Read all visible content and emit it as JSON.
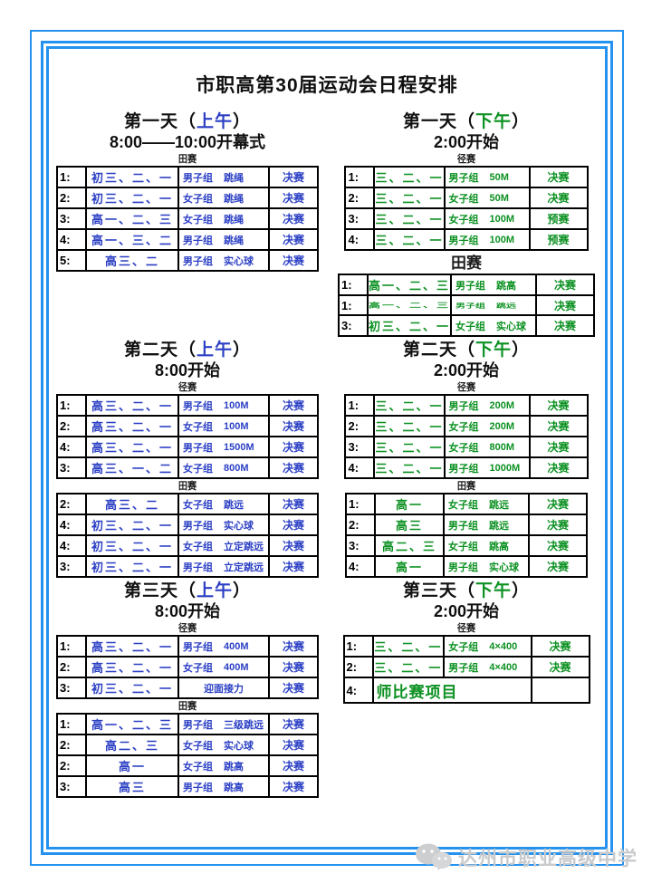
{
  "title": "市职高第30届运动会日程安排",
  "watermark": "达州市职业高级中学",
  "colors": {
    "frame_blue": "#2492ee",
    "text_blue": "#2b3fc4",
    "text_green": "#0c9122"
  },
  "sessions": [
    {
      "heading_pre": "第一天（",
      "heading_time": "上午",
      "heading_post": "）",
      "subtitle": "8:00——10:00开幕式",
      "theme": "blue",
      "column": "left",
      "tables": [
        {
          "label": "田赛",
          "label_size": "small",
          "rows": [
            {
              "num": "1:",
              "classes": "初三、二、一",
              "group": "男子组",
              "event": "跳绳",
              "result": "决赛"
            },
            {
              "num": "2:",
              "classes": "初三、二、一",
              "group": "女子组",
              "event": "跳绳",
              "result": "决赛"
            },
            {
              "num": "3:",
              "classes": "高一、二、三",
              "group": "女子组",
              "event": "跳绳",
              "result": "决赛"
            },
            {
              "num": "4:",
              "classes": "高一、三、二",
              "group": "男子组",
              "event": "跳绳",
              "result": "决赛"
            },
            {
              "num": "5:",
              "classes": "高三、二",
              "group": "男子组",
              "event": "实心球",
              "result": "决赛"
            }
          ]
        }
      ]
    },
    {
      "heading_pre": "第一天（",
      "heading_time": "下午",
      "heading_post": "）",
      "subtitle": "2:00开始",
      "theme": "green",
      "column": "right",
      "tables": [
        {
          "label": "径赛",
          "label_size": "small",
          "rows": [
            {
              "num": "1:",
              "classes": "三、二、一",
              "group": "男子组",
              "event": "50M",
              "result": "决赛"
            },
            {
              "num": "2:",
              "classes": "三、二、一",
              "group": "女子组",
              "event": "50M",
              "result": "决赛"
            },
            {
              "num": "3:",
              "classes": "三、二、一",
              "group": "女子组",
              "event": "100M",
              "result": "预赛"
            },
            {
              "num": "4:",
              "classes": "三、二、一",
              "group": "男子组",
              "event": "100M",
              "result": "预赛"
            }
          ]
        },
        {
          "label": "田赛",
          "label_size": "big",
          "rows": [
            {
              "num": "1:",
              "classes": "高一、二、三",
              "group": "男子组",
              "event": "跳高",
              "result": "决赛"
            },
            {
              "num": "1:",
              "classes": "高一、二、三",
              "group": "男子组",
              "event": "跳远",
              "result": "决赛",
              "squish": true
            },
            {
              "num": "3:",
              "classes": "初三、二、一",
              "group": "女子组",
              "event": "实心球",
              "result": "决赛"
            }
          ]
        }
      ]
    },
    {
      "heading_pre": "第二天（",
      "heading_time": "上午",
      "heading_post": "）",
      "subtitle": "8:00开始",
      "theme": "blue",
      "column": "left",
      "tables": [
        {
          "label": "径赛",
          "label_size": "small",
          "rows": [
            {
              "num": "1:",
              "classes": "高三、二、一",
              "group": "男子组",
              "event": "100M",
              "result": "决赛"
            },
            {
              "num": "2:",
              "classes": "高三、二、一",
              "group": "女子组",
              "event": "100M",
              "result": "决赛"
            },
            {
              "num": "4:",
              "classes": "高三、二、一",
              "group": "男子组",
              "event": "1500M",
              "result": "决赛"
            },
            {
              "num": "3:",
              "classes": "高三、一、二",
              "group": "女子组",
              "event": "800M",
              "result": "决赛"
            }
          ]
        },
        {
          "label": "田赛",
          "label_size": "small",
          "rows": [
            {
              "num": "2:",
              "classes": "高三、二",
              "group": "女子组",
              "event": "跳远",
              "result": "决赛"
            },
            {
              "num": "4:",
              "classes": "初三、二、一",
              "group": "男子组",
              "event": "实心球",
              "result": "决赛"
            },
            {
              "num": "4:",
              "classes": "初三、二、一",
              "group": "女子组",
              "event": "立定跳远",
              "result": "决赛"
            },
            {
              "num": "3:",
              "classes": "初三、二、一",
              "group": "男子组",
              "event": "立定跳远",
              "result": "决赛"
            }
          ]
        }
      ]
    },
    {
      "heading_pre": "第二天（",
      "heading_time": "下午",
      "heading_post": "）",
      "subtitle": "2:00开始",
      "theme": "green",
      "column": "right",
      "tables": [
        {
          "label": "径赛",
          "label_size": "small",
          "rows": [
            {
              "num": "1:",
              "classes": "三、二、一",
              "group": "男子组",
              "event": "200M",
              "result": "决赛"
            },
            {
              "num": "2:",
              "classes": "三、二、一",
              "group": "女子组",
              "event": "200M",
              "result": "决赛"
            },
            {
              "num": "3:",
              "classes": "三、二、一",
              "group": "女子组",
              "event": "800M",
              "result": "决赛"
            },
            {
              "num": "4:",
              "classes": "三、二、一",
              "group": "男子组",
              "event": "1000M",
              "result": "决赛"
            }
          ]
        },
        {
          "label": "田赛",
          "label_size": "small",
          "rows": [
            {
              "num": "1:",
              "classes": "高一",
              "group": "女子组",
              "event": "跳远",
              "result": "决赛"
            },
            {
              "num": "2:",
              "classes": "高三",
              "group": "男子组",
              "event": "跳远",
              "result": "决赛"
            },
            {
              "num": "3:",
              "classes": "高二、三",
              "group": "女子组",
              "event": "跳高",
              "result": "决赛"
            },
            {
              "num": "4:",
              "classes": "高一",
              "group": "男子组",
              "event": "实心球",
              "result": "决赛"
            }
          ]
        }
      ]
    },
    {
      "heading_pre": "第三天（",
      "heading_time": "上午",
      "heading_post": "）",
      "subtitle": "8:00开始",
      "theme": "blue",
      "column": "left",
      "tables": [
        {
          "label": "径赛",
          "label_size": "small",
          "rows": [
            {
              "num": "1:",
              "classes": "高三、二、一",
              "group": "男子组",
              "event": "400M",
              "result": "决赛"
            },
            {
              "num": "2:",
              "classes": "高三、二、一",
              "group": "女子组",
              "event": "400M",
              "result": "决赛"
            },
            {
              "num": "3:",
              "classes": "初三、二、一",
              "group": "",
              "event": "迎面接力",
              "result": "决赛"
            }
          ]
        },
        {
          "label": "田赛",
          "label_size": "small",
          "rows": [
            {
              "num": "1:",
              "classes": "高一、二、三",
              "group": "男子组",
              "event": "三级跳远",
              "result": "决赛"
            },
            {
              "num": "2:",
              "classes": "高二、三",
              "group": "女子组",
              "event": "实心球",
              "result": "决赛"
            },
            {
              "num": "2:",
              "classes": "高一",
              "group": "女子组",
              "event": "跳高",
              "result": "决赛"
            },
            {
              "num": "3:",
              "classes": "高三",
              "group": "男子组",
              "event": "跳高",
              "result": "决赛"
            }
          ]
        }
      ]
    },
    {
      "heading_pre": "第三天（",
      "heading_time": "下午",
      "heading_post": "）",
      "subtitle": "2:00开始",
      "theme": "green",
      "column": "right",
      "tables": [
        {
          "label": "径赛",
          "label_size": "small",
          "rows": [
            {
              "num": "1:",
              "classes": "三、二、一",
              "group": "女子组",
              "event": "4×400",
              "result": "决赛"
            },
            {
              "num": "2:",
              "classes": "三、二、一",
              "group": "男子组",
              "event": "4×400",
              "result": "决赛"
            },
            {
              "num": "4:",
              "merged_text": "师比赛项目",
              "result": "",
              "tall": true
            }
          ]
        }
      ]
    }
  ]
}
